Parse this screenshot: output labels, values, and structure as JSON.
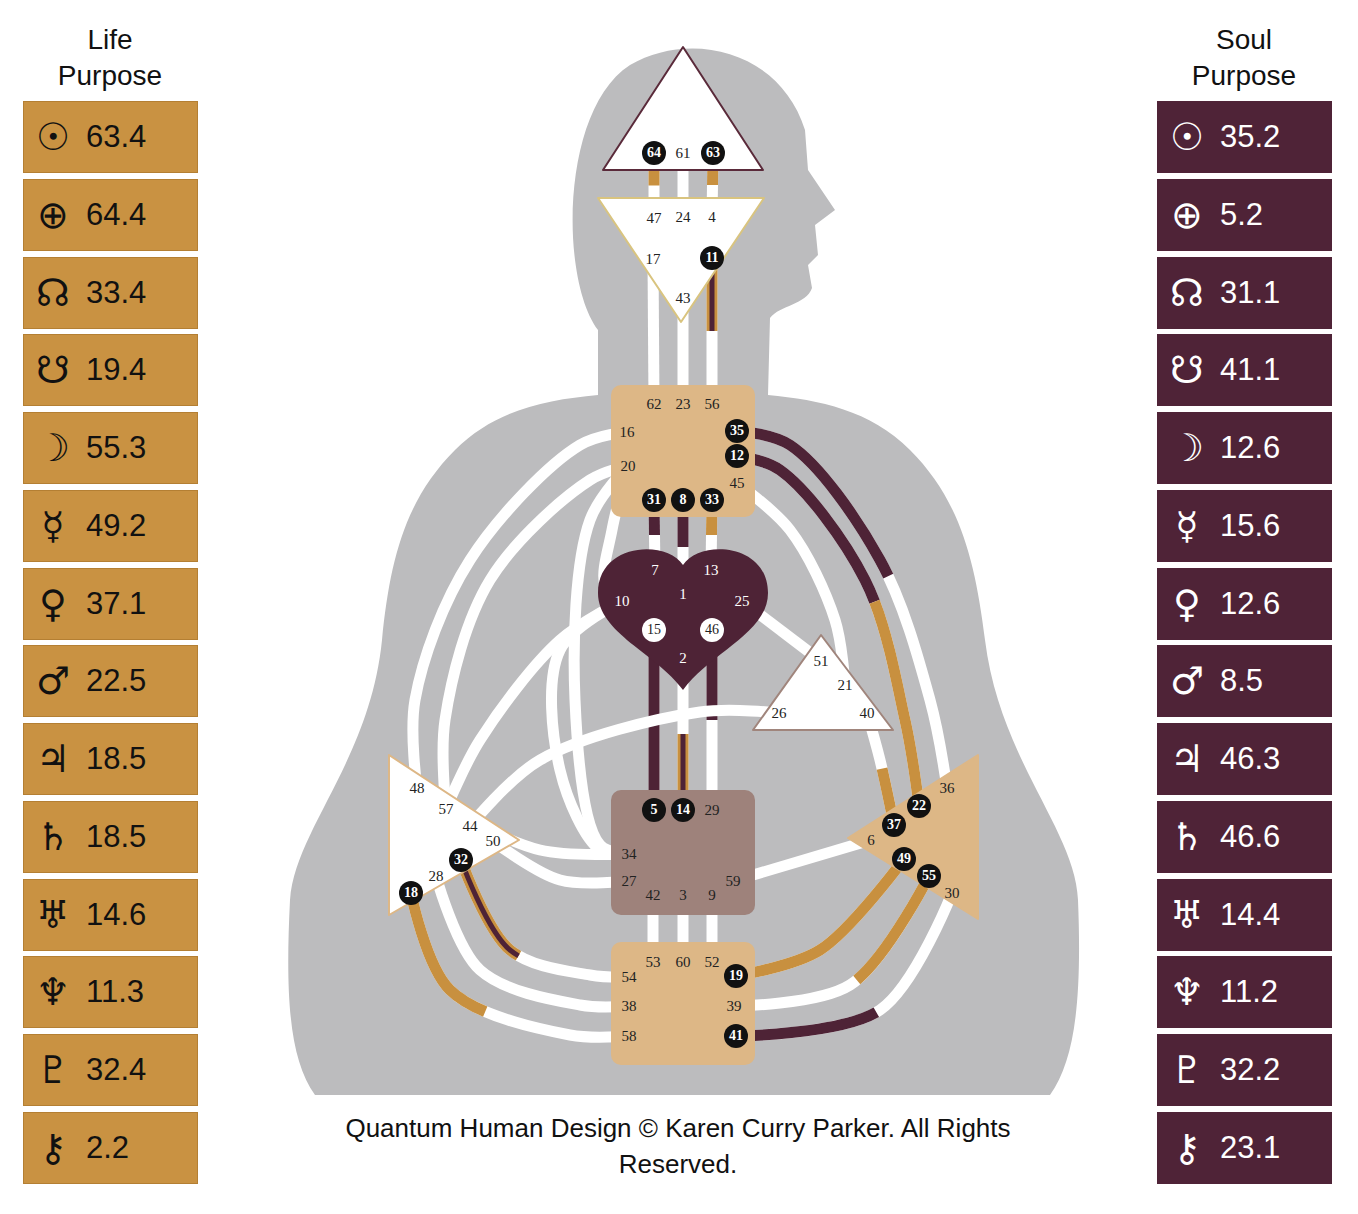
{
  "diagram": {
    "caption": "Quantum Human Design © Karen Curry Parker. All Rights Reserved.",
    "nodes": [
      {
        "text": [
          "Life Purpose"
        ]
      },
      {
        "text": [
          "☉",
          "63.4"
        ],
        "in": 0
      },
      {
        "text": [
          "⊕",
          "64.4"
        ],
        "in": 0
      },
      {
        "text": [
          "☊",
          "33.4"
        ],
        "in": 0
      },
      {
        "text": [
          "☋",
          "19.4"
        ],
        "in": 0
      },
      {
        "text": [
          "☽",
          "55.3"
        ],
        "in": 0
      },
      {
        "text": [
          "☿",
          "49.2"
        ],
        "in": 0
      },
      {
        "text": [
          "♀",
          "37.1"
        ],
        "in": 0
      },
      {
        "text": [
          "♂",
          "22.5"
        ],
        "in": 0
      },
      {
        "text": [
          "♃",
          "18.5"
        ],
        "in": 0
      },
      {
        "text": [
          "♄",
          "18.5"
        ],
        "in": 0
      },
      {
        "text": [
          "♅",
          "14.6"
        ],
        "in": 0
      },
      {
        "text": [
          "♆",
          "11.3"
        ],
        "in": 0
      },
      {
        "text": [
          "♇",
          "32.4"
        ],
        "in": 0
      },
      {
        "text": [
          "⚷",
          "2.2"
        ],
        "in": 0
      },
      {
        "text": [
          "64",
          "61",
          "63"
        ]
      },
      {
        "text": [
          "47",
          "24",
          "4",
          "17",
          "11",
          "43"
        ]
      },
      {
        "text": [
          "62",
          "23",
          "56",
          "16",
          "35",
          "20",
          "12",
          "45",
          "31",
          "8",
          "33"
        ]
      },
      {
        "text": [
          "7",
          "13",
          "1",
          "10",
          "25",
          "15",
          "46",
          "2"
        ]
      },
      {
        "text": [
          "51",
          "21",
          "26",
          "40"
        ]
      },
      {
        "text": [
          "48",
          "57",
          "44",
          "50",
          "32",
          "28",
          "18"
        ]
      },
      {
        "text": [
          "5",
          "14",
          "29",
          "34",
          "27",
          "59",
          "42",
          "3",
          "9"
        ]
      },
      {
        "text": [
          "36",
          "22",
          "37",
          "6",
          "49",
          "55",
          "30"
        ]
      },
      {
        "text": [
          "53",
          "60",
          "52",
          "54",
          "19",
          "38",
          "39",
          "58",
          "41"
        ]
      },
      {
        "text": [
          "Soul Purpose"
        ]
      },
      {
        "text": [
          "☉",
          "35.2"
        ],
        "in": 24
      },
      {
        "text": [
          "⊕",
          "5.2"
        ],
        "in": 24
      },
      {
        "text": [
          "☊",
          "31.1"
        ],
        "in": 24
      },
      {
        "text": [
          "☋",
          "41.1"
        ],
        "in": 24
      },
      {
        "text": [
          "☽",
          "12.6"
        ],
        "in": 24
      },
      {
        "text": [
          "☿",
          "15.6"
        ],
        "in": 24
      },
      {
        "text": [
          "♀",
          "12.6"
        ],
        "in": 24
      },
      {
        "text": [
          "♂",
          "8.5"
        ],
        "in": 24
      },
      {
        "text": [
          "♃",
          "46.3"
        ],
        "in": 24
      },
      {
        "text": [
          "♄",
          "46.6"
        ],
        "in": 24
      },
      {
        "text": [
          "♅",
          "14.4"
        ],
        "in": 24
      },
      {
        "text": [
          "♆",
          "11.2"
        ],
        "in": 24
      },
      {
        "text": [
          "♇",
          "32.2"
        ],
        "in": 24
      },
      {
        "text": [
          "⚷",
          "23.1"
        ],
        "in": 24
      }
    ],
    "edges": [
      {
        "from": 15,
        "to": 16,
        "arrow": "none"
      },
      {
        "from": 15,
        "to": 16,
        "arrow": "none"
      },
      {
        "from": 15,
        "to": 16,
        "arrow": "none"
      },
      {
        "from": 16,
        "to": 17,
        "arrow": "none"
      },
      {
        "from": 16,
        "to": 17,
        "arrow": "none"
      },
      {
        "from": 16,
        "to": 17,
        "arrow": "none"
      },
      {
        "from": 17,
        "to": 18,
        "arrow": "none"
      },
      {
        "from": 17,
        "to": 18,
        "arrow": "none"
      },
      {
        "from": 17,
        "to": 18,
        "arrow": "none"
      },
      {
        "from": 17,
        "to": 20,
        "arrow": "none"
      },
      {
        "from": 17,
        "to": 20,
        "arrow": "none"
      },
      {
        "from": 17,
        "to": 21,
        "arrow": "none"
      },
      {
        "from": 17,
        "to": 18,
        "arrow": "none"
      },
      {
        "from": 17,
        "to": 19,
        "arrow": "none"
      },
      {
        "from": 17,
        "to": 22,
        "arrow": "none"
      },
      {
        "from": 17,
        "to": 22,
        "arrow": "none"
      },
      {
        "from": 18,
        "to": 21,
        "arrow": "none"
      },
      {
        "from": 18,
        "to": 21,
        "arrow": "none"
      },
      {
        "from": 18,
        "to": 21,
        "arrow": "none"
      },
      {
        "from": 18,
        "to": 20,
        "arrow": "none"
      },
      {
        "from": 18,
        "to": 21,
        "arrow": "none"
      },
      {
        "from": 18,
        "to": 19,
        "arrow": "none"
      },
      {
        "from": 19,
        "to": 20,
        "arrow": "none"
      },
      {
        "from": 19,
        "to": 22,
        "arrow": "none"
      },
      {
        "from": 20,
        "to": 21,
        "arrow": "none"
      },
      {
        "from": 20,
        "to": 21,
        "arrow": "none"
      },
      {
        "from": 20,
        "to": 23,
        "arrow": "none"
      },
      {
        "from": 20,
        "to": 23,
        "arrow": "none"
      },
      {
        "from": 20,
        "to": 23,
        "arrow": "none"
      },
      {
        "from": 21,
        "to": 23,
        "arrow": "none"
      },
      {
        "from": 21,
        "to": 23,
        "arrow": "none"
      },
      {
        "from": 21,
        "to": 23,
        "arrow": "none"
      },
      {
        "from": 21,
        "to": 22,
        "arrow": "none"
      },
      {
        "from": 23,
        "to": 22,
        "arrow": "none"
      },
      {
        "from": 23,
        "to": 22,
        "arrow": "none"
      },
      {
        "from": 23,
        "to": 22,
        "arrow": "none"
      }
    ]
  }
}
